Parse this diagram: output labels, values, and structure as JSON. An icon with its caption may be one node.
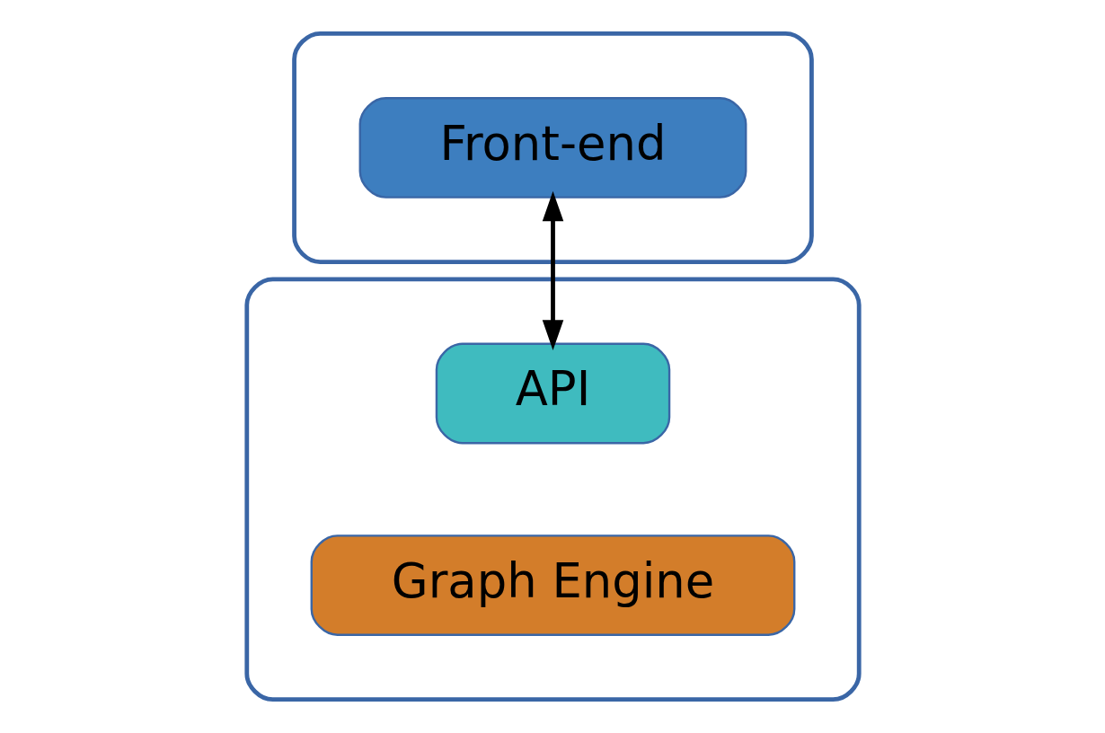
{
  "diagram": {
    "nodes": [
      {
        "text": [],
        "shape": "box"
      },
      {
        "text": [
          "Front-end"
        ],
        "in": 0
      },
      {
        "text": [],
        "shape": "box"
      },
      {
        "text": [
          "API"
        ],
        "in": 2
      },
      {
        "text": [
          "Graph Engine"
        ],
        "in": 2
      }
    ],
    "edges": [
      {
        "from": 1,
        "to": 3,
        "arrow": "both"
      }
    ]
  }
}
